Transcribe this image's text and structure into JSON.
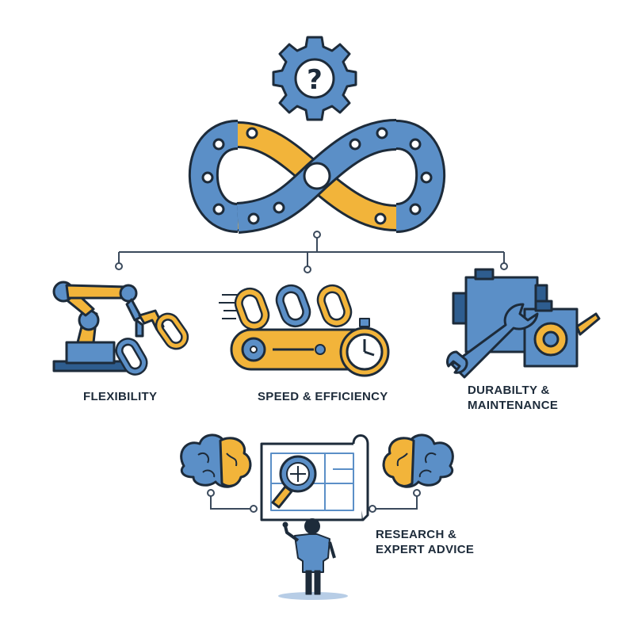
{
  "colors": {
    "blue": "#5b8fc7",
    "dark_blue": "#2e5d8f",
    "yellow": "#f2b43a",
    "outline": "#1d2b3a",
    "line": "#3b4a5c"
  },
  "center": {
    "icon": "gear-question-icon",
    "symbol": "?",
    "chain_icon": "infinity-chain-icon"
  },
  "branches": [
    {
      "id": "flexibility",
      "icon": "robot-arm-chain-icon",
      "lines": [
        "FLEXIBILITY"
      ]
    },
    {
      "id": "speed",
      "icon": "conveyor-stopwatch-icon",
      "lines": [
        "SPEED & EFFICIENCY"
      ]
    },
    {
      "id": "durability",
      "icon": "wrench-oilcan-icon",
      "lines": [
        "DURABILTY &",
        "MAINTENANCE"
      ]
    }
  ],
  "research": {
    "icons": [
      "brain-icon",
      "blueprint-magnifier-icon",
      "expert-person-icon",
      "brain-icon"
    ],
    "lines": [
      "RESEARCH &",
      "EXPERT ADVICE"
    ]
  }
}
